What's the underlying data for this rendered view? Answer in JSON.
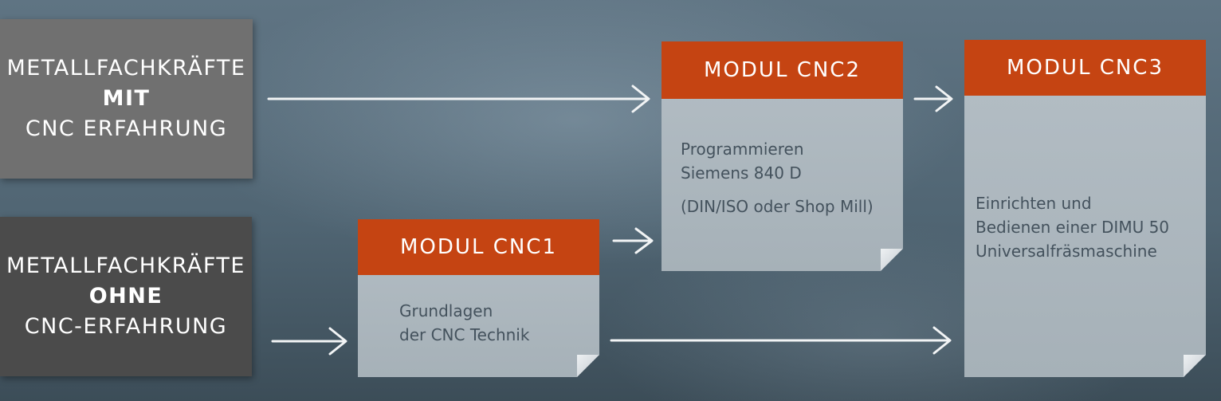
{
  "groups": {
    "with_cnc": {
      "line1": "METALLFACHKRÄFTE",
      "line2": "MIT",
      "line3": "CNC ERFAHRUNG"
    },
    "without_cnc": {
      "line1": "METALLFACHKRÄFTE",
      "line2": "OHNE",
      "line3": "CNC-ERFAHRUNG"
    }
  },
  "modules": {
    "cnc1": {
      "title": "MODUL CNC1",
      "body": [
        "Grundlagen",
        "der CNC Technik"
      ]
    },
    "cnc2": {
      "title": "MODUL CNC2",
      "body": [
        "Programmieren",
        "Siemens 840 D"
      ],
      "note": "(DIN/ISO oder Shop Mill)"
    },
    "cnc3": {
      "title": "MODUL CNC3",
      "body": [
        "Einrichten und",
        "Bedienen einer DIMU 50",
        "Universalfräsmaschine"
      ]
    }
  },
  "colors": {
    "module_header": "#c54412",
    "card_body": "#aab4bb",
    "group_with": "#707070",
    "group_without": "#4b4b4b",
    "arrow": "#f2f4f5"
  }
}
